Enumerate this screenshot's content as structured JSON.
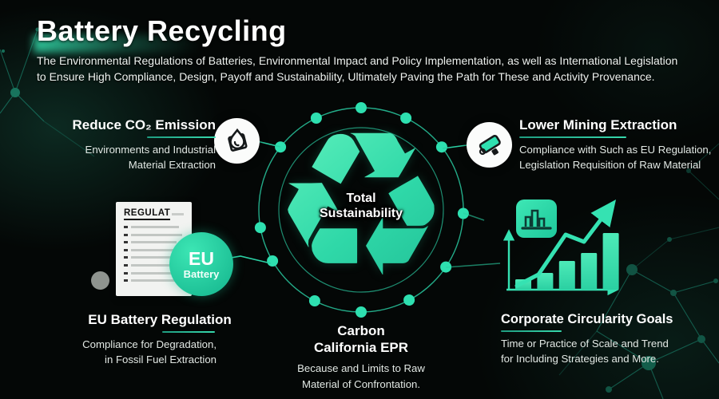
{
  "header": {
    "title": "Battery Recycling",
    "subtitle_line1": "The Environmental Regulations of Batteries, Environmental Impact and Policy Implementation, as well as International Legislation",
    "subtitle_line2": "to Ensure High Compliance, Design, Payoff and Sustainability, Ultimately Paving the Path for These and Activity Provenance."
  },
  "center": {
    "glyph": "♻",
    "label_line1": "Total",
    "label_line2": "Sustainability"
  },
  "nodes": {
    "reduce_emission": {
      "title": "Reduce CO₂ Emission",
      "desc_line1": "Environments and Industrial",
      "desc_line2": "Material Extraction",
      "icon": "flame-icon"
    },
    "lower_mining": {
      "title": "Lower Mining Extraction",
      "desc_line1": "Compliance with Such as EU Regulation,",
      "desc_line2": "Legislation Requisition of Raw Material",
      "icon": "pickaxe-icon"
    },
    "eu_battery": {
      "title": "EU Battery Regulation",
      "desc_line1": "Compliance for Degradation,",
      "desc_line2": "in Fossil Fuel Extraction",
      "doc_header": "REGULAT",
      "badge_top": "EU",
      "badge_bottom": "Battery",
      "icon": "regulation-document-icon"
    },
    "carbon_epr": {
      "title_line1": "Carbon",
      "title_line2": "California EPR",
      "desc_line1": "Because and Limits to Raw",
      "desc_line2": "Material of Confrontation."
    },
    "corporate": {
      "title": "Corporate Circularity Goals",
      "desc_line1": "Time or Practice of Scale and Trend",
      "desc_line2": "for Including Strategies and More.",
      "icon": "bar-chart-icon"
    }
  },
  "chart_data": {
    "type": "bar",
    "values": [
      13,
      21,
      36,
      46,
      71
    ],
    "trend": [
      [
        647,
        358
      ],
      [
        674,
        344
      ],
      [
        708,
        294
      ],
      [
        731,
        303
      ],
      [
        762,
        262
      ]
    ],
    "title": "",
    "note": "decorative growth chart, bars rising left to right with upward trend arrow"
  },
  "colors": {
    "accent": "#2FE0AF",
    "accent_dim": "#1B9C80",
    "background": "#040706",
    "white": "#FFFFFF"
  }
}
